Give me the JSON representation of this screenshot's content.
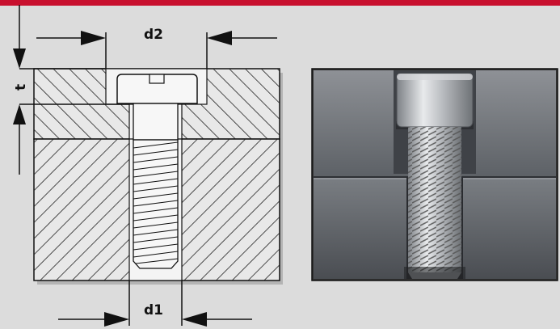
{
  "labels": {
    "d2": "d2",
    "d1": "d1",
    "t": "t"
  },
  "colors": {
    "band": "#c8102e",
    "background": "#dcdcdc",
    "hatch": "#222222",
    "outline": "#111111",
    "photo_dark": "#4a4d52",
    "photo_light": "#8e9196",
    "bolt_metal": "#b9bcc0"
  }
}
